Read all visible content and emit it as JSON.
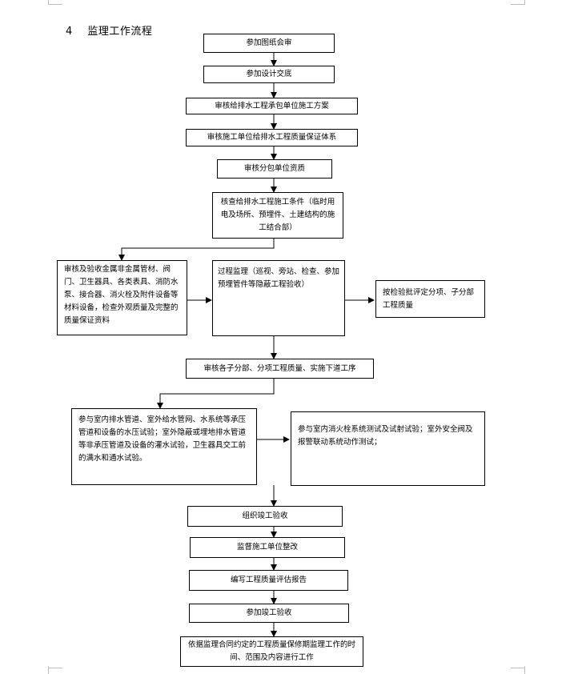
{
  "heading": {
    "number": "4",
    "title": "监理工作流程"
  },
  "flow": {
    "s1": "参加图纸会审",
    "s2": "参加设计交底",
    "s3": "审核给排水工程承包单位施工方案",
    "s4": "审核施工单位给排水工程质量保证体系",
    "s5": "审核分包单位资质",
    "s6": "核查给排水工程施工条件（临时用电及场所、预埋件、土建结构的施工结合部）",
    "s7a": "审核及验收金属非金属管材、阀门、卫生器具、各类表具、消防水泵、接合器、消火栓及附件设备等材料设备，检查外观质量及完整的质量保证资料",
    "s7b": "过程监理（巡视、旁站、检查、参加预埋管件等隐蔽工程验收）",
    "s7c": "按检验批评定分项、子分部工程质量",
    "s8": "审核各子分部、分项工程质量、实施下道工序",
    "s9a": "参与室内排水管道、室外给水管网、水系统等承压管道和设备的水压试验；室外隐蔽或埋地排水管道等非承压管道及设备的灌水试验，卫生器具交工前的满水和通水试验。",
    "s9b": "参与室内消火栓系统测试及试射试验；室外安全阀及报警联动系统动作测试；",
    "s10": "组织竣工验收",
    "s11": "监督施工单位整改",
    "s12": "编写工程质量评估报告",
    "s13": "参加竣工验收",
    "s14": "依据监理合同约定的工程质量保修期监理工作的时间、范围及内容进行工作"
  },
  "colors": {
    "line": "#000000",
    "corner_marks": "#bdbdbd",
    "background": "#ffffff"
  }
}
